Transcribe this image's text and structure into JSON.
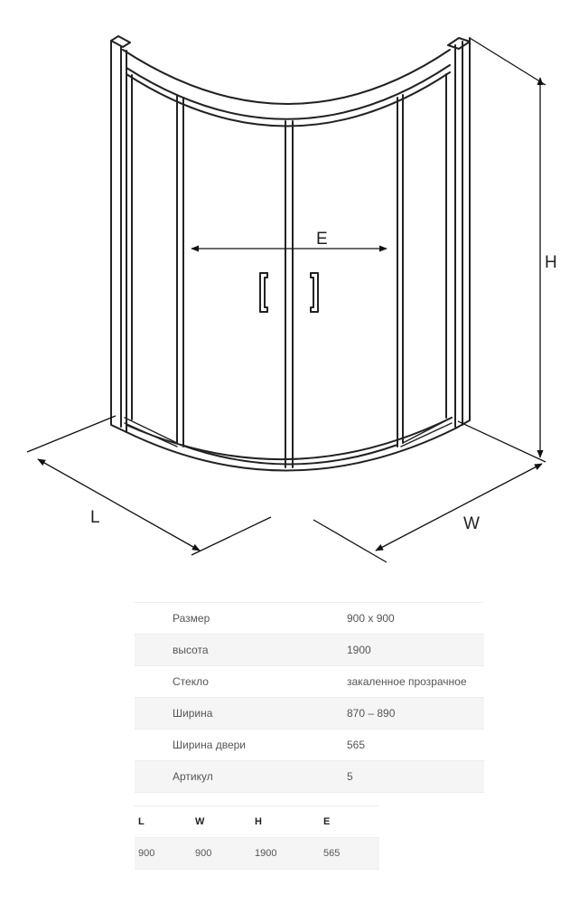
{
  "diagram": {
    "labels": {
      "l": "L",
      "w": "W",
      "h": "H",
      "e": "E"
    }
  },
  "specs": {
    "rows": [
      {
        "label": "Размер",
        "value": "900 x 900"
      },
      {
        "label": "высота",
        "value": "1900"
      },
      {
        "label": "Стекло",
        "value": "закаленное прозрачное"
      },
      {
        "label": "Ширина",
        "value": "870 – 890"
      },
      {
        "label": "Ширина двери",
        "value": "565"
      },
      {
        "label": "Артикул",
        "value": "5"
      }
    ]
  },
  "dimensions": {
    "headers": [
      "L",
      "W",
      "H",
      "E"
    ],
    "values": [
      "900",
      "900",
      "1900",
      "565"
    ]
  }
}
